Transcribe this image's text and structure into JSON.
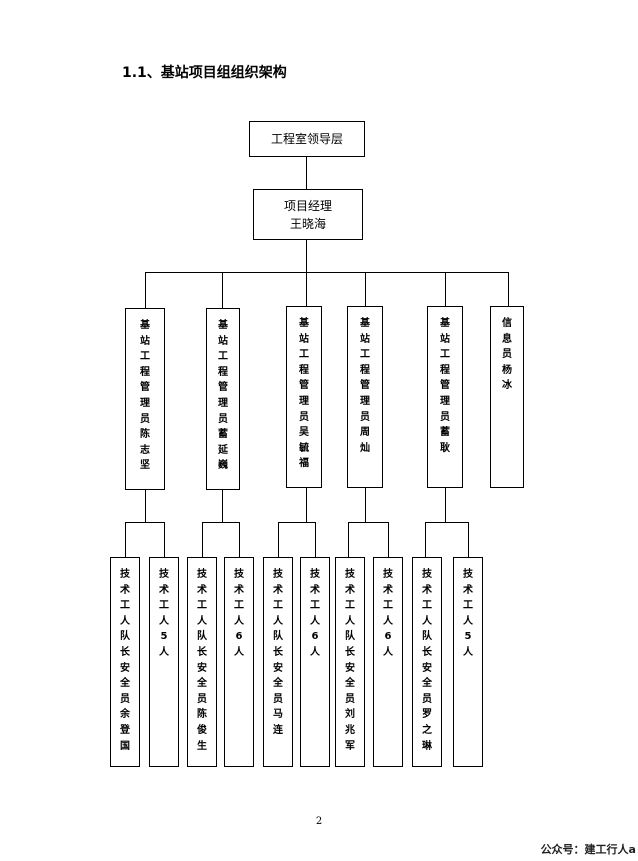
{
  "heading": "1.1、基站项目组组织架构",
  "leadership": {
    "label": "工程室领导层"
  },
  "manager": {
    "title": "项目经理",
    "name": "王晓海"
  },
  "staff": [
    {
      "label": "基站工程管理员陈志坚"
    },
    {
      "label": "基站工程管理员蓄延巍"
    },
    {
      "label": "基站工程管理员吴毓福"
    },
    {
      "label": "基站工程管理员周灿"
    },
    {
      "label": "基站工程管理员蓄耿"
    },
    {
      "label": "信息员杨冰"
    }
  ],
  "workers": [
    {
      "label": "技术工人队长安全员余登国"
    },
    {
      "label": "技术工人5人"
    },
    {
      "label": "技术工人队长安全员陈俊生"
    },
    {
      "label": "技术工人6人"
    },
    {
      "label": "技术工人队长安全员马连"
    },
    {
      "label": "技术工人6人"
    },
    {
      "label": "技术工人队长安全员刘兆军"
    },
    {
      "label": "技术工人6人"
    },
    {
      "label": "技术工人队长安全员罗之琳"
    },
    {
      "label": "技术工人5人"
    }
  ],
  "page_number": "2",
  "watermark": "公众号：建工行人a"
}
